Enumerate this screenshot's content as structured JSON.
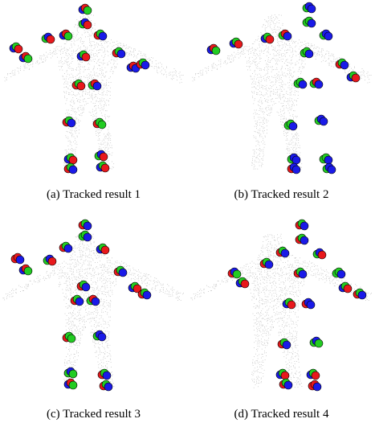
{
  "figure": {
    "panels": [
      {
        "id": "a",
        "caption": "(a) Tracked result 1"
      },
      {
        "id": "b",
        "caption": "(b) Tracked result 2"
      },
      {
        "id": "c",
        "caption": "(c) Tracked result 3"
      },
      {
        "id": "d",
        "caption": "(d) Tracked result 4"
      }
    ],
    "marker_colors": {
      "red": "#e8181c",
      "green": "#22cc22",
      "blue": "#1a1ae8",
      "point_cloud": "#b8b8b8"
    }
  }
}
